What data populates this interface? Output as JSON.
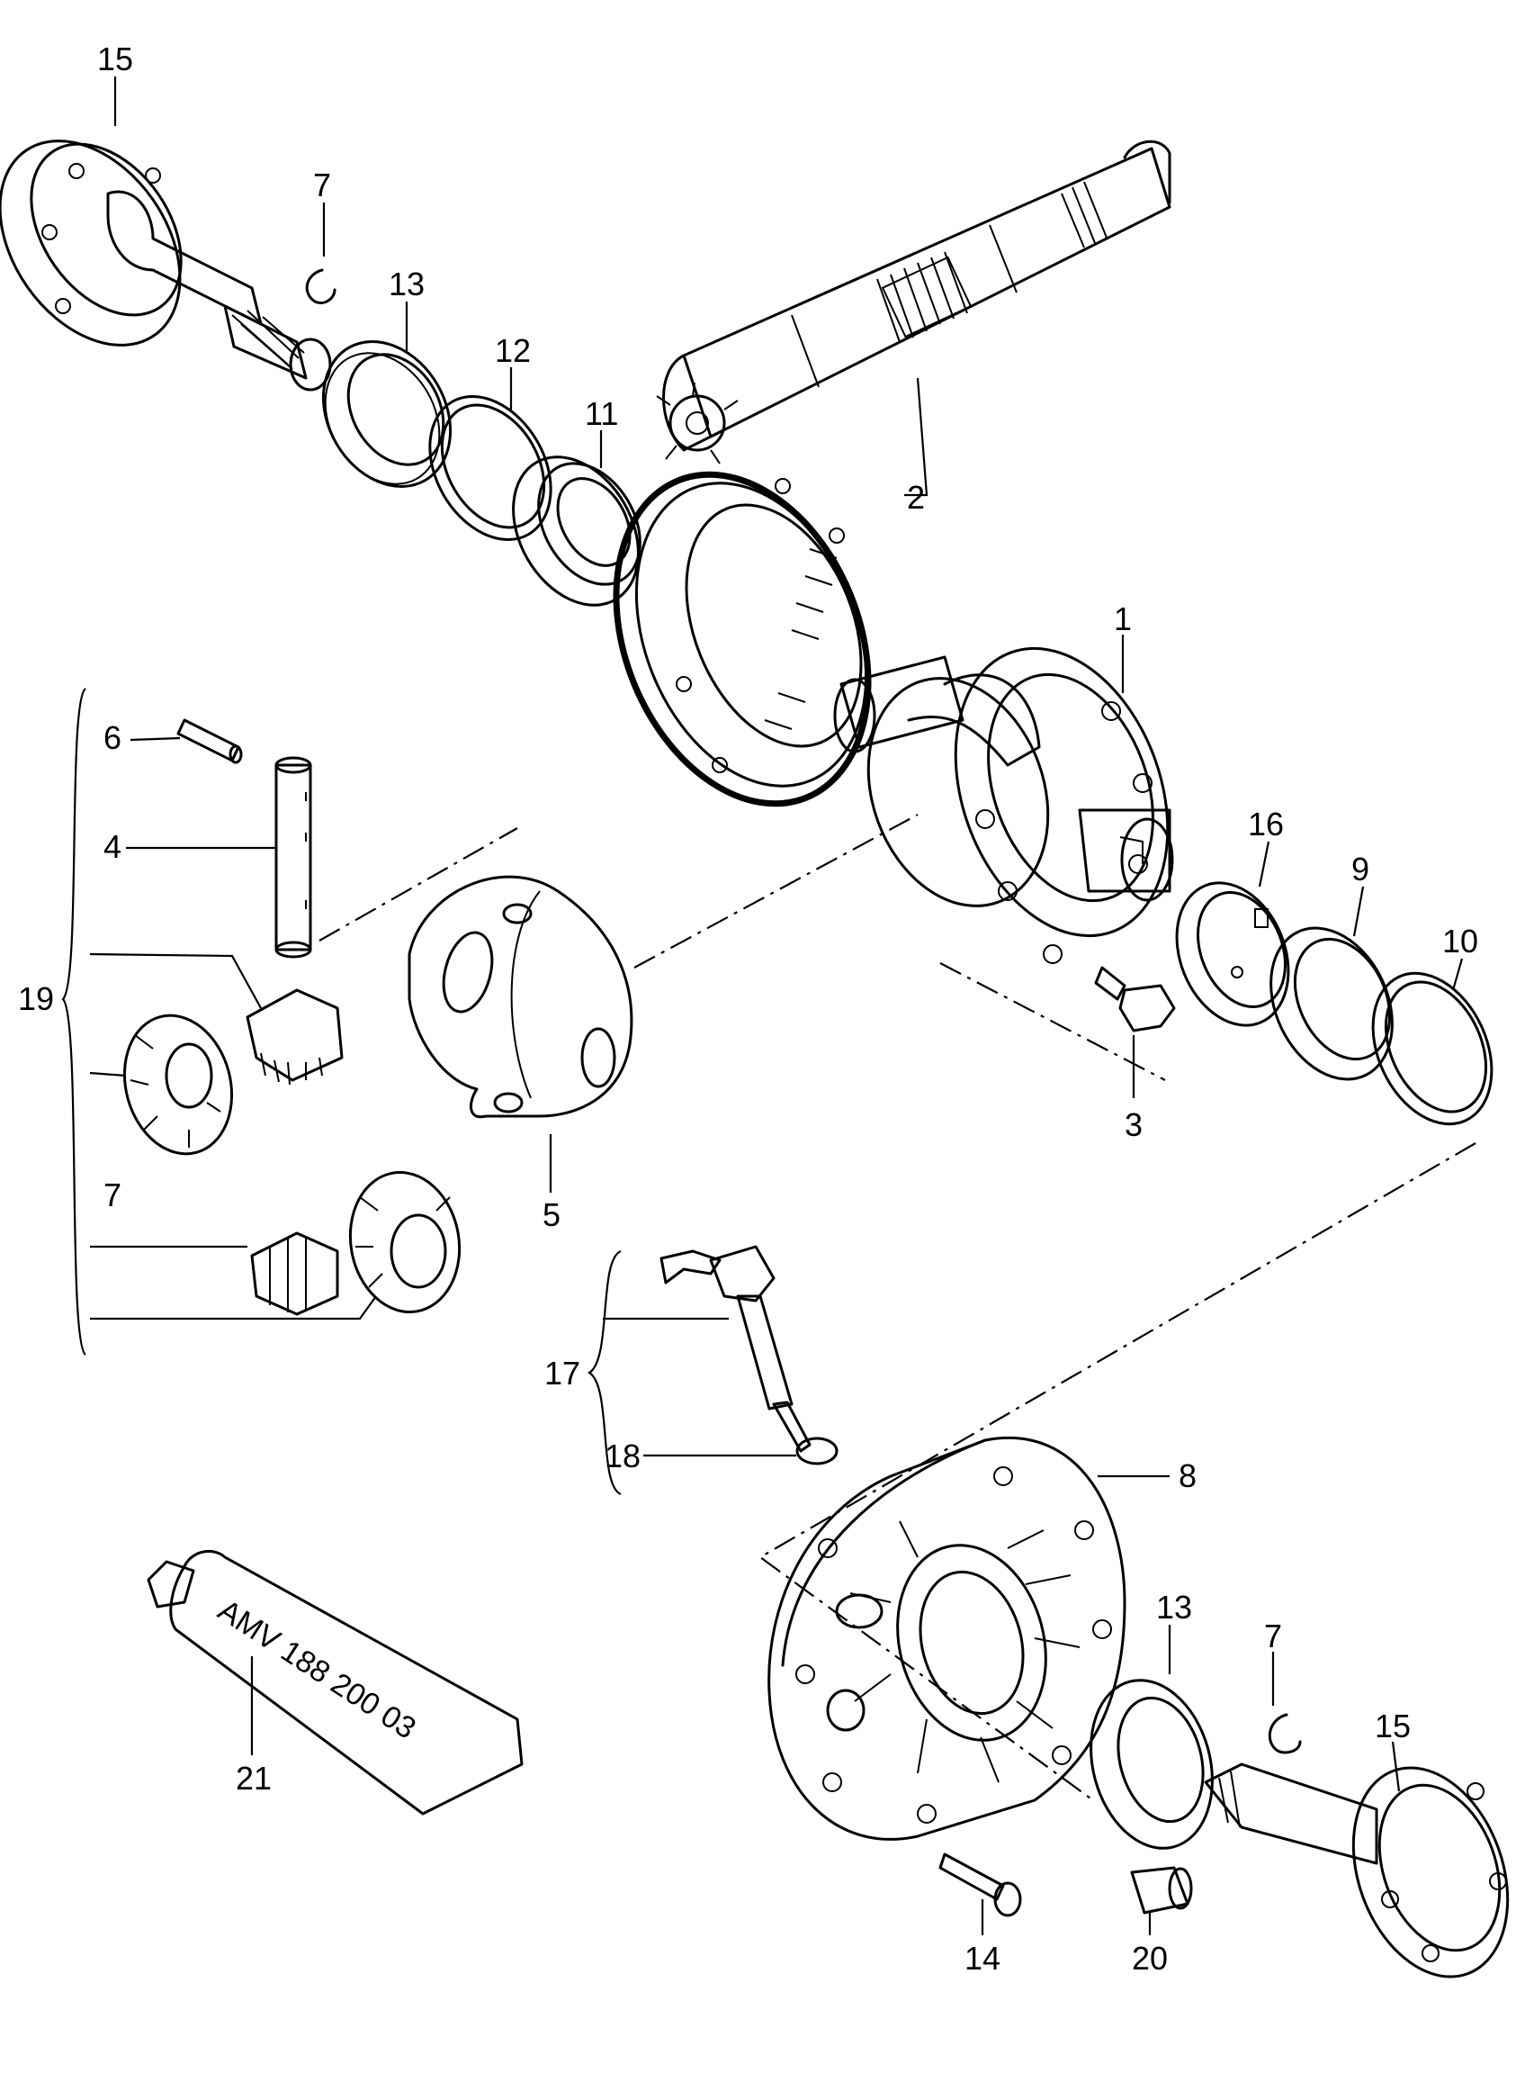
{
  "callouts": {
    "c1": "1",
    "c2": "2",
    "c3": "3",
    "c4": "4",
    "c5": "5",
    "c6": "6",
    "c7a": "7",
    "c7b": "7",
    "c7c": "7",
    "c8": "8",
    "c9": "9",
    "c10": "10",
    "c11": "11",
    "c12": "12",
    "c13a": "13",
    "c13b": "13",
    "c14": "14",
    "c15a": "15",
    "c15b": "15",
    "c16": "16",
    "c17": "17",
    "c18": "18",
    "c19": "19",
    "c20": "20",
    "c21": "21"
  },
  "tube_label": "AMV  188 200 03"
}
